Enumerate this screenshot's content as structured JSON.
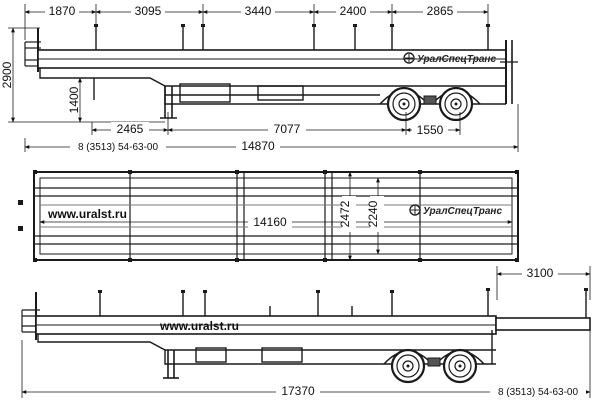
{
  "top_view": {
    "segments": [
      "1870",
      "3095",
      "3440",
      "2400",
      "2865"
    ],
    "height_total": "2900",
    "height_platform": "1400",
    "bottom_dims": [
      "2465",
      "7077",
      "1550"
    ],
    "overall_length": "14870",
    "phone": "8 (3513) 54-63-00",
    "brand": "УралСпецТранс"
  },
  "plan_view": {
    "website": "www.uralst.ru",
    "inner_length": "14160",
    "width_outer": "2472",
    "width_inner": "2240",
    "brand": "УралСпецТранс"
  },
  "extended_view": {
    "extension": "3100",
    "website": "www.uralst.ru",
    "overall_length": "17370",
    "phone": "8 (3513) 54-63-00"
  }
}
